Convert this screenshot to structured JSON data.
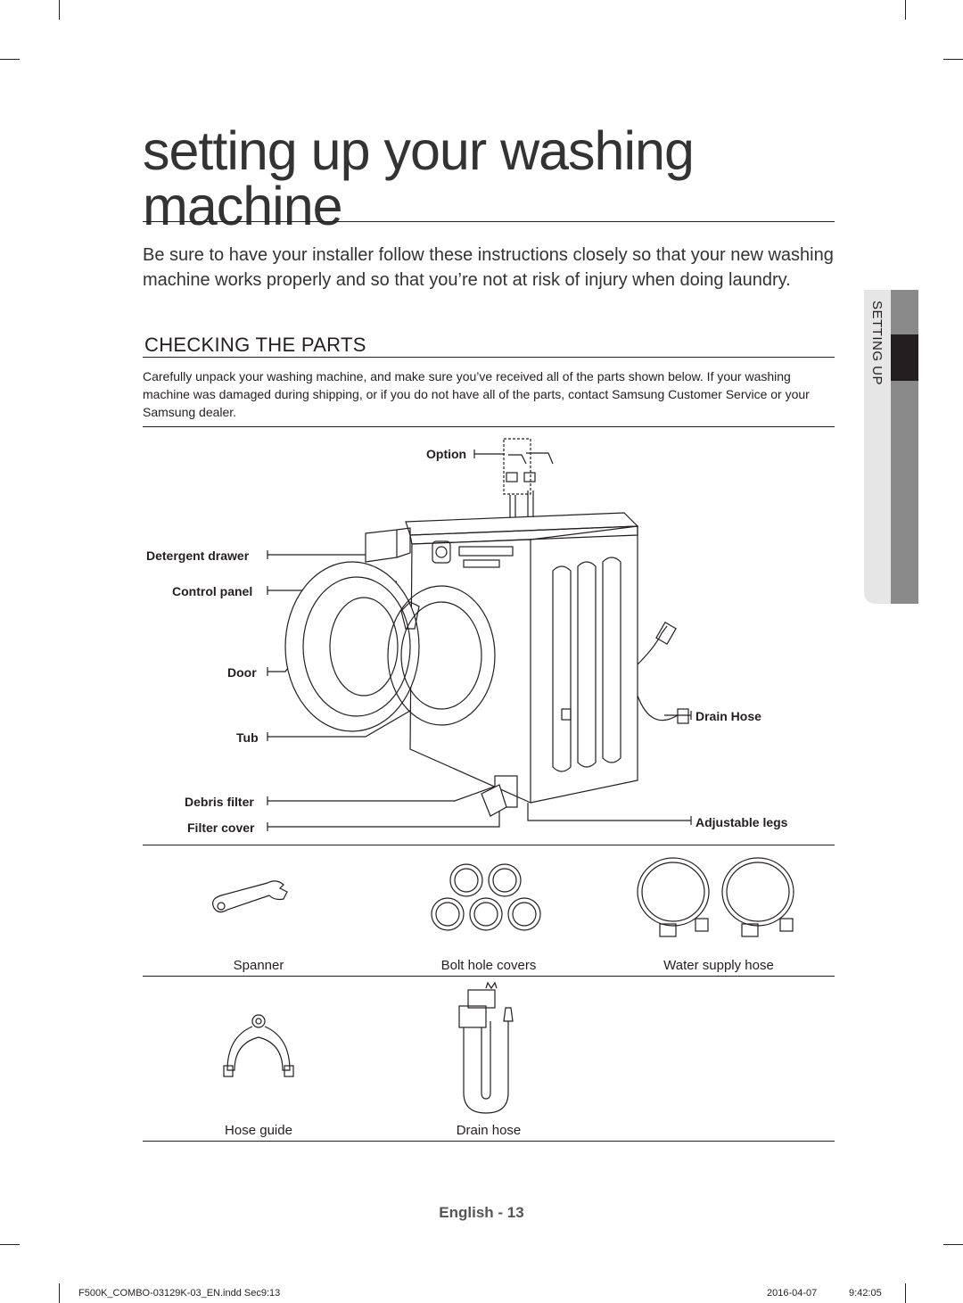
{
  "page": {
    "title": "setting up your washing machine",
    "intro": "Be sure to have your installer follow these instructions closely so that your new washing machine works properly and so that you’re not at risk of injury when doing laundry.",
    "section_heading": "CHECKING THE PARTS",
    "section_text": "Carefully unpack your washing machine, and make sure you’ve received all of the parts shown below. If your washing machine was damaged during shipping, or if you do not have all of the parts, contact Samsung Customer Service or your Samsung dealer.",
    "side_tab": "SETTING UP"
  },
  "diagram": {
    "labels": {
      "option": "Option",
      "detergent_drawer": "Detergent drawer",
      "control_panel": "Control panel",
      "door": "Door",
      "tub": "Tub",
      "debris_filter": "Debris filter",
      "filter_cover": "Filter cover",
      "drain_hose": "Drain Hose",
      "adjustable_legs": "Adjustable legs"
    }
  },
  "parts": {
    "spanner": "Spanner",
    "bolt_hole_covers": "Bolt hole covers",
    "water_supply_hose": "Water supply hose",
    "hose_guide": "Hose guide",
    "drain_hose": "Drain hose"
  },
  "footer": {
    "language_page": "English - 13",
    "file": "F500K_COMBO-03129K-03_EN.indd   Sec9:13",
    "date": "2016-04-07",
    "time": "9:42:05"
  }
}
